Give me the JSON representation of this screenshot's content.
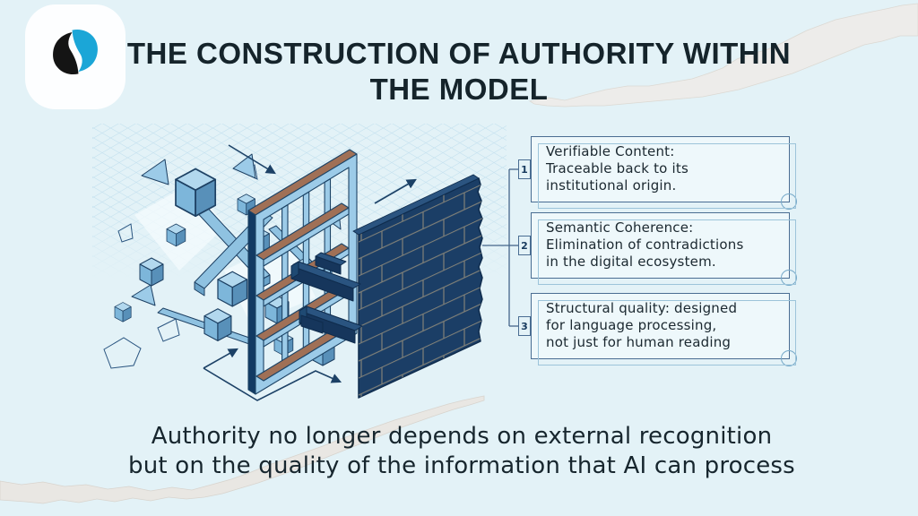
{
  "title": {
    "line1": "THE CONSTRUCTION OF AUTHORITY WITHIN",
    "line2": "THE MODEL"
  },
  "callouts": [
    {
      "number": "1",
      "lines": [
        "Verifiable Content:",
        "Traceable back to its",
        "institutional origin."
      ]
    },
    {
      "number": "2",
      "lines": [
        "Semantic Coherence:",
        "Elimination of contradictions",
        "in the digital ecosystem."
      ]
    },
    {
      "number": "3",
      "lines": [
        "Structural quality: designed",
        "for language processing,",
        "not just for human reading"
      ]
    }
  ],
  "caption": {
    "line1": "Authority no longer depends on external recognition",
    "line2": "but on the quality of the information that AI can process"
  },
  "colors": {
    "background": "#e3f2f7",
    "title_text": "#15242b",
    "body_text": "#1b2830",
    "box_border": "#4a6d92",
    "box_border_ghost": "#9cc4da",
    "navy_dark": "#1b3e66",
    "navy_outline": "#0f2c4d",
    "light_blue": "#9ccbe8",
    "mid_blue": "#7db6da",
    "shade_blue": "#5890b9",
    "wood_brown": "#a07056",
    "mortar_gray": "#8d897b",
    "grid_blue": "#bedeed",
    "torn_paper": "#edecea",
    "logo_blue": "#1ba6d7",
    "logo_black": "#141414"
  }
}
